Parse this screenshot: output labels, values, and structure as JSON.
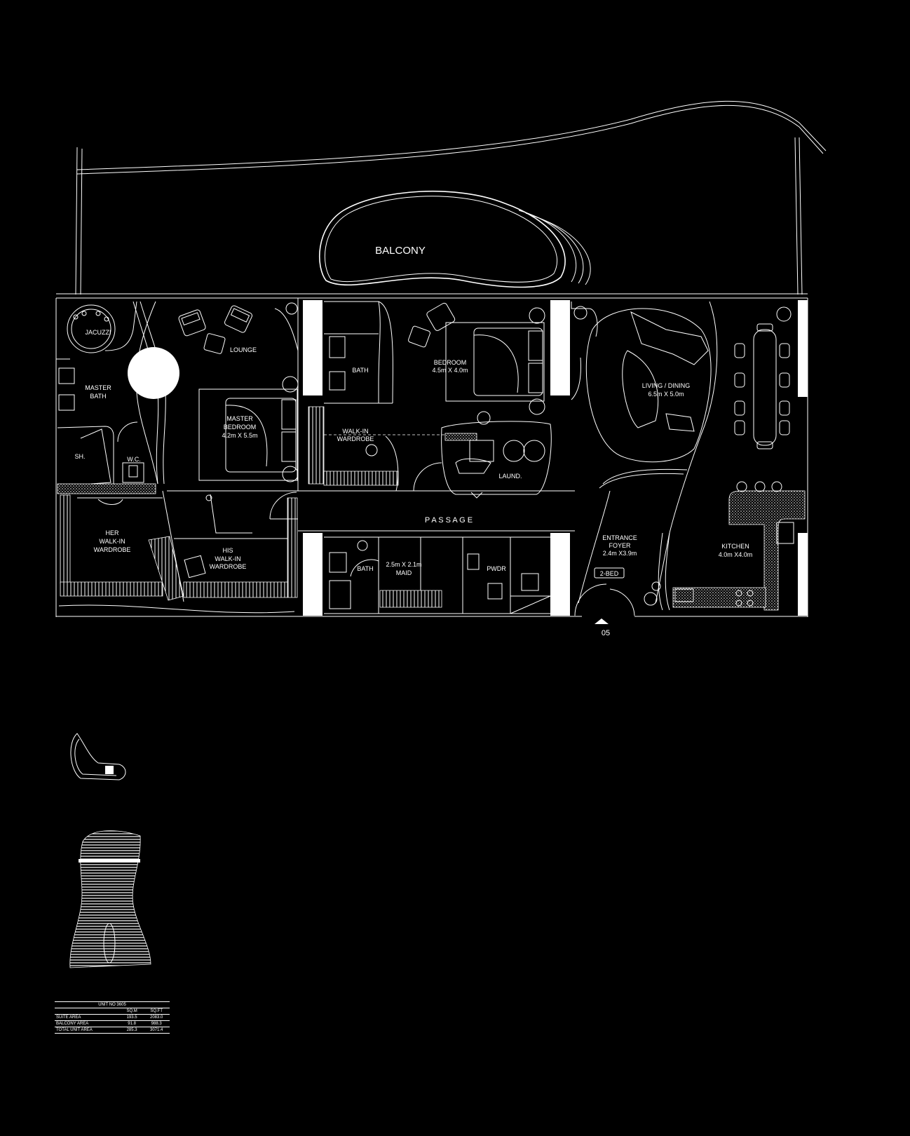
{
  "labels": {
    "balcony": "BALCONY",
    "jacuzzi": "JACUZZI",
    "lounge": "LOUNGE",
    "master_bath": [
      "MASTER",
      "BATH"
    ],
    "master_bedroom": [
      "MASTER",
      "BEDROOM",
      "4.2m X 5.5m"
    ],
    "shower": "SH.",
    "wc": "W.C.",
    "bath_top": "BATH",
    "bedroom": [
      "BEDROOM",
      "4.5m X 4.0m"
    ],
    "walk_in_wardrobe": [
      "WALK-IN",
      "WARDROBE"
    ],
    "living_dining": [
      "LIVING / DINING",
      "6.5m X 5.0m"
    ],
    "laundry": "LAUND.",
    "her_wardrobe": [
      "HER",
      "WALK-IN",
      "WARDROBE"
    ],
    "his_wardrobe": [
      "HIS",
      "WALK-IN",
      "WARDROBE"
    ],
    "passage": "P A S S A G E",
    "bath_bottom": "BATH",
    "maid": [
      "2.5m X 2.1m",
      "MAID"
    ],
    "powder": "PWDR",
    "entrance_foyer": [
      "ENTRANCE",
      "FOYER",
      "2.4m X3.9m"
    ],
    "unit_type": "2-BED",
    "kitchen": [
      "KITCHEN",
      "4.0m X4.0m"
    ],
    "entry_number": "05"
  },
  "area_table": {
    "caption": "UNIT NO 3605",
    "columns": [
      "",
      "SQ.M",
      "SQ.FT"
    ],
    "rows": [
      {
        "name": "SUITE AREA",
        "sqm": "193.5",
        "sqft": "2083.0"
      },
      {
        "name": "BALCONY AREA",
        "sqm": "91.8",
        "sqft": "988.3"
      },
      {
        "name": "TOTAL UNIT AREA",
        "sqm": "285.3",
        "sqft": "3071.4"
      }
    ]
  },
  "colors": {
    "background": "#000000",
    "lines": "#ffffff"
  }
}
